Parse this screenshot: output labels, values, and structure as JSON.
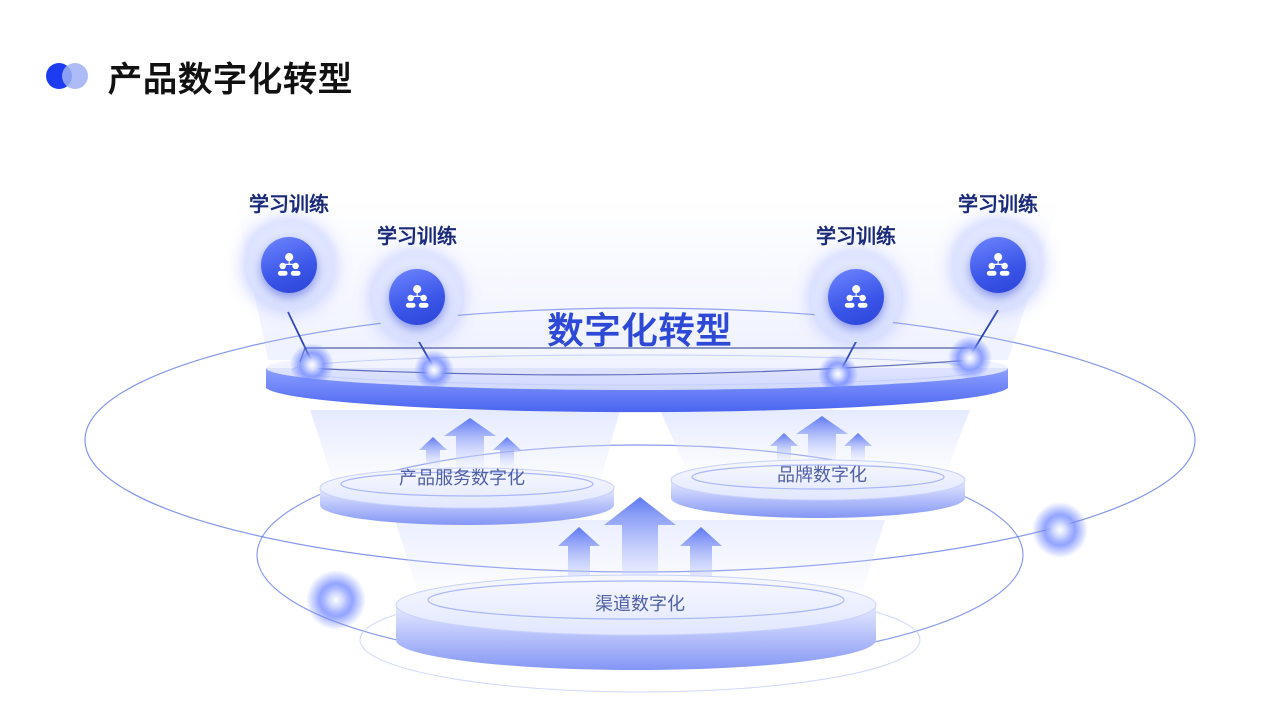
{
  "header": {
    "title": "产品数字化转型"
  },
  "diagram": {
    "center_title": "数字化转型",
    "tags": [
      {
        "label": "学习训练"
      },
      {
        "label": "学习训练"
      },
      {
        "label": "学习训练"
      },
      {
        "label": "学习训练"
      }
    ],
    "platforms": [
      {
        "label": "产品服务数字化"
      },
      {
        "label": "品牌数字化"
      },
      {
        "label": "渠道数字化"
      }
    ],
    "icons": {
      "tag_icon": "team-people-icon"
    },
    "colors": {
      "accent": "#1d3cf0",
      "accent_light": "#9fb0f6",
      "platform_blue": "#5a74f2",
      "center_text": "#2d49d6",
      "tag_text": "#1a2a78",
      "platform_text": "#5060a6"
    }
  }
}
